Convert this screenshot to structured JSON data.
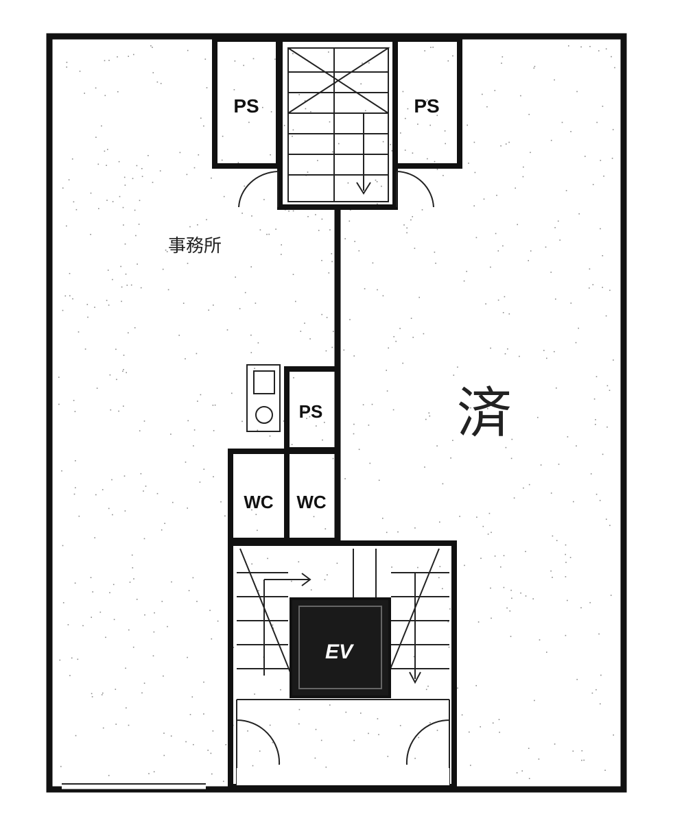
{
  "floor_plan": {
    "office_label": "事務所",
    "contracted_mark": "済",
    "rooms": {
      "ps_top_left": "PS",
      "ps_top_right": "PS",
      "ps_middle": "PS",
      "wc_left": "WC",
      "wc_right": "WC",
      "elevator": "EV"
    }
  }
}
